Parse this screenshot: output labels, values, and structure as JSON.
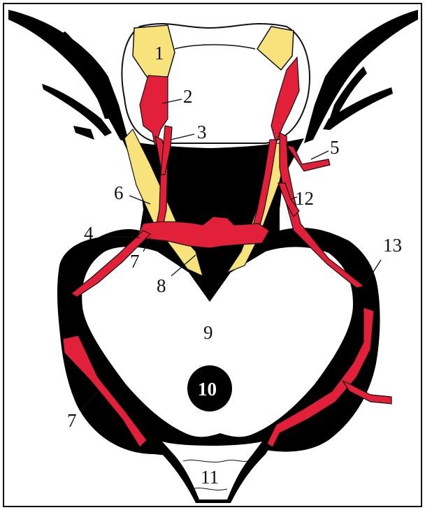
{
  "colors": {
    "frame": "#111111",
    "cistern": "#000000",
    "artery": "#e3203a",
    "nerve": "#f8e27c",
    "background": "#ffffff"
  },
  "labels": {
    "l1": "1",
    "l2": "2",
    "l3": "3",
    "l4": "4",
    "l5": "5",
    "l6": "6",
    "l7a": "7",
    "l7b": "7",
    "l8": "8",
    "l9": "9",
    "l10": "10",
    "l11": "11",
    "l12": "12",
    "l13": "13"
  }
}
